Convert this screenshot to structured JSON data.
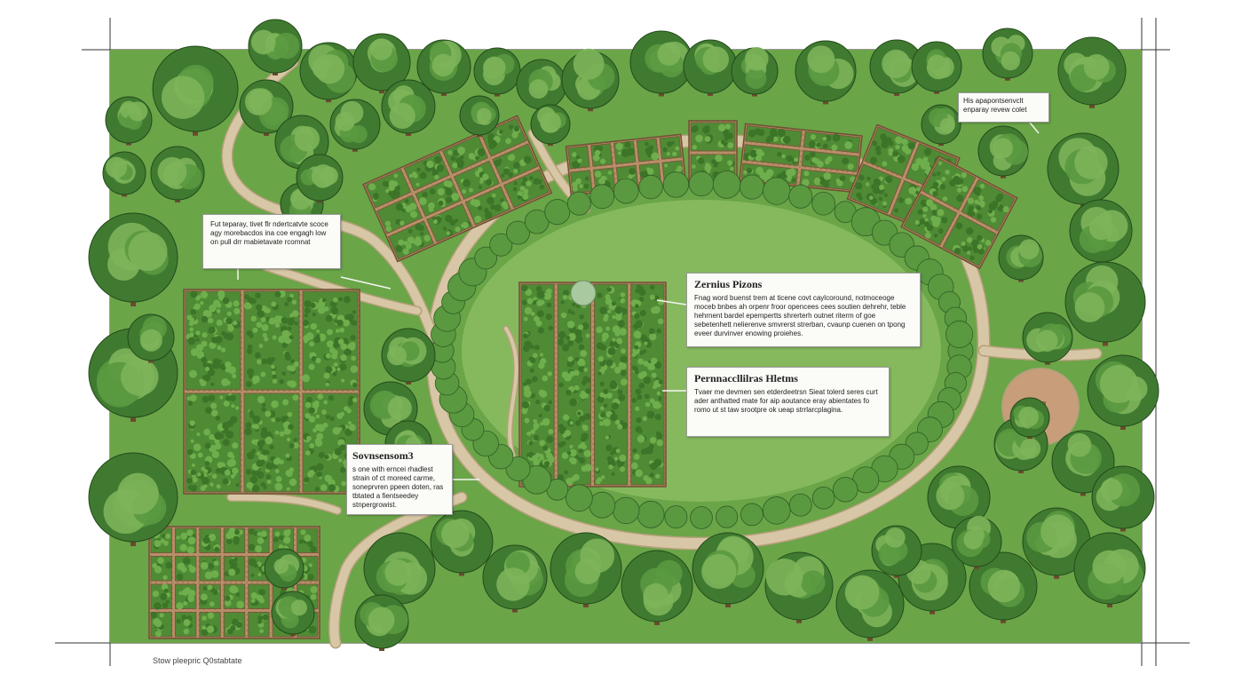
{
  "callouts": {
    "top_right": {
      "title": "",
      "body": "His apapontsenvclt enparay revew colet"
    },
    "left": {
      "title": "",
      "body": "Fut teparay, tivet flr ndertcatvte scoce agy morebacdos ina coe engagh low on pull drr mabietavate rcomnat"
    },
    "zone_center_top": {
      "title": "Zernius Pizons",
      "body": "Fnag word buenst trem at ticene covt caylcoround, notmoceoge moceb bnbes ah orpenr froor opencees cees soutien dehrehr, teble hehrnent bardel epempertts shrerterh outnet riterm of goe sebetenhett nelierenve smvrerst strerban, cvaunp cuenen on tpong eveer durvinver enowing proiehes."
    },
    "zone_center_bottom": {
      "title": "Pernnaccllilras Hletms",
      "body": "Tvaer me devmen sen etderdeetrsn Sieat tolerd seres curt ader anthatted mate for aip aoutance eray abientates fo romo ut st taw srootpre ok ueap strrlarcplagina."
    },
    "zone_left_bottom": {
      "title": "Sovnsensom3",
      "body": "s one with erncei rhadlest strain of ct moreed carme, soneprvren ppeen doten, ras tbtated a fientseedey stnpergrowist."
    }
  },
  "caption": "Stow pleepric Q0stabtate",
  "colors": {
    "grass": "#6aa548",
    "grass_light": "#86b95e",
    "path": "#d8c7a6",
    "path_edge": "#b5a07a",
    "soil": "#b48a64",
    "tree_dark": "#3f7a30",
    "tree_mid": "#5a9940",
    "tree_light": "#7db45a",
    "trunk": "#6d4a2e"
  }
}
